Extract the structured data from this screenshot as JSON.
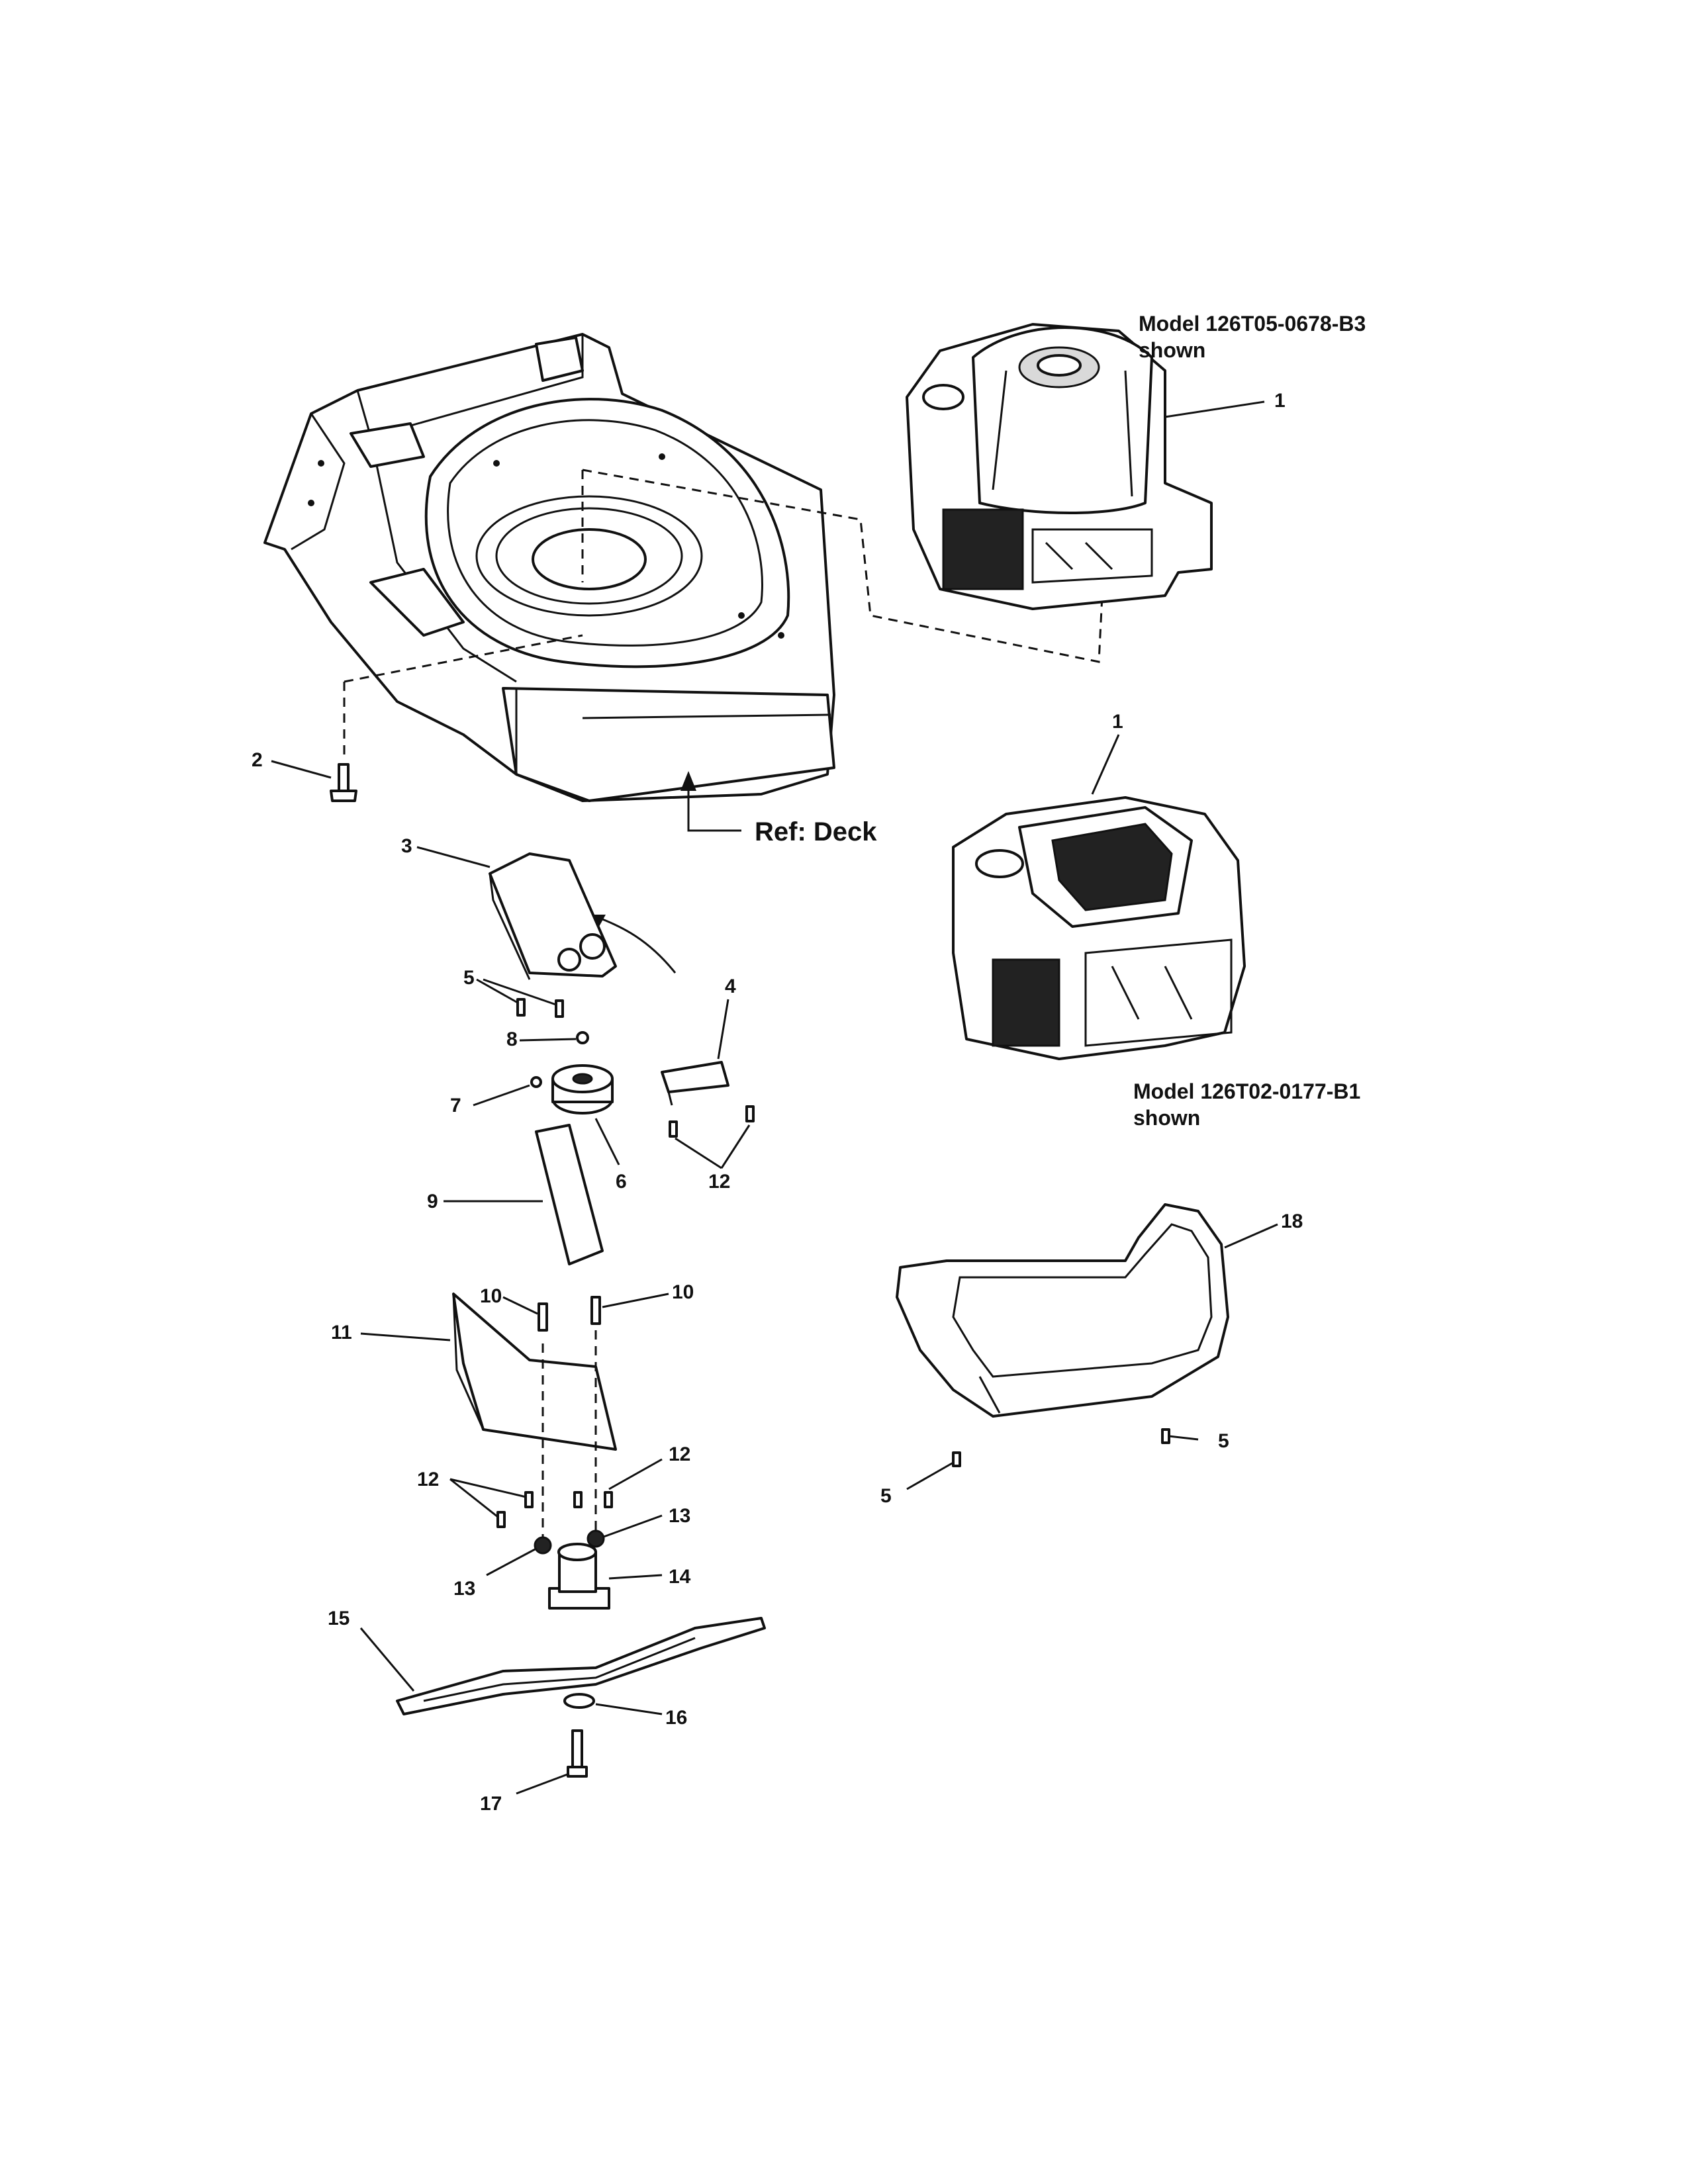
{
  "engine_models": [
    {
      "model": "Model 126T05-0678-B3",
      "note": "shown"
    },
    {
      "model": "Model 126T02-0177-B1",
      "note": "shown"
    }
  ],
  "reference": "Ref:  Deck",
  "callouts": {
    "c1a": "1",
    "c1b": "1",
    "c2": "2",
    "c3": "3",
    "c4": "4",
    "c5a": "5",
    "c5b": "5",
    "c5c": "5",
    "c6": "6",
    "c7": "7",
    "c8": "8",
    "c9": "9",
    "c10a": "10",
    "c10b": "10",
    "c11": "11",
    "c12a": "12",
    "c12b": "12",
    "c12c": "12",
    "c13a": "13",
    "c13b": "13",
    "c14": "14",
    "c15": "15",
    "c16": "16",
    "c17": "17",
    "c18": "18"
  }
}
